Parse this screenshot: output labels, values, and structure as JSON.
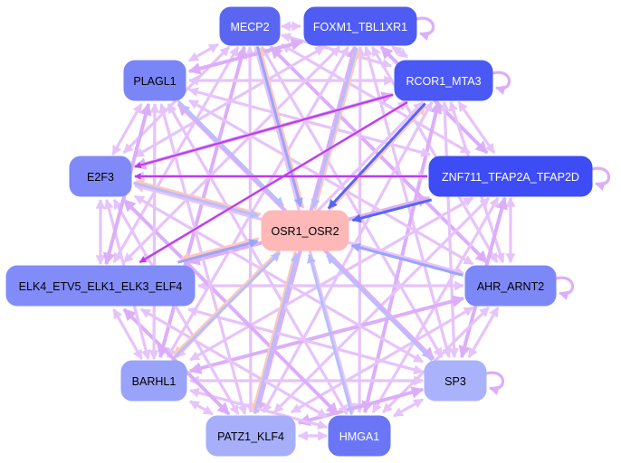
{
  "diagram": {
    "type": "directed-network",
    "center_node": "OSR1_OSR2",
    "nodes": [
      {
        "id": "MECP2",
        "label": "MECP2",
        "fill": "#5a66f2",
        "text_color": "#ffffff",
        "self_loop": false
      },
      {
        "id": "FOXM1_TBL1XR1",
        "label": "FOXM1_TBL1XR1",
        "fill": "#4e5cf4",
        "text_color": "#ffffff",
        "self_loop": true
      },
      {
        "id": "RCOR1_MTA3",
        "label": "RCOR1_MTA3",
        "fill": "#4a58f4",
        "text_color": "#ffffff",
        "self_loop": true
      },
      {
        "id": "ZNF711_TFAP2A_TFAP2D",
        "label": "ZNF711_TFAP2A_TFAP2D",
        "fill": "#3d4cf5",
        "text_color": "#ffffff",
        "self_loop": true
      },
      {
        "id": "AHR_ARNT2",
        "label": "AHR_ARNT2",
        "fill": "#7d88f8",
        "text_color": "#000000",
        "self_loop": true
      },
      {
        "id": "SP3",
        "label": "SP3",
        "fill": "#aab2fb",
        "text_color": "#000000",
        "self_loop": true
      },
      {
        "id": "HMGA1",
        "label": "HMGA1",
        "fill": "#6a76f6",
        "text_color": "#ffffff",
        "self_loop": false
      },
      {
        "id": "PATZ1_KLF4",
        "label": "PATZ1_KLF4",
        "fill": "#a7affb",
        "text_color": "#000000",
        "self_loop": false
      },
      {
        "id": "BARHL1",
        "label": "BARHL1",
        "fill": "#99a3fa",
        "text_color": "#000000",
        "self_loop": false
      },
      {
        "id": "ELK4_ETV5_ELK1_ELK3_ELF4",
        "label": "ELK4_ETV5_ELK1_ELK3_ELF4",
        "fill": "#818cf8",
        "text_color": "#000000",
        "self_loop": false
      },
      {
        "id": "E2F3",
        "label": "E2F3",
        "fill": "#7f8af8",
        "text_color": "#000000",
        "self_loop": false
      },
      {
        "id": "PLAGL1",
        "label": "PLAGL1",
        "fill": "#7a86f8",
        "text_color": "#000000",
        "self_loop": false
      },
      {
        "id": "OSR1_OSR2",
        "label": "OSR1_OSR2",
        "fill": "#ffb8b8",
        "text_color": "#000000",
        "self_loop": false
      }
    ],
    "edge_colors": {
      "mesh": "#e6c3fb",
      "mesh_strong": "#dcaefa",
      "strong_purple": "#c03af0",
      "salmon": "#ffc7bf",
      "blue_light": "#b7bffb",
      "blue_medium": "#9aa5fa",
      "blue_dark": "#5566f2"
    },
    "edges_to_center": [
      {
        "from": "MECP2",
        "color": "blue_medium"
      },
      {
        "from": "FOXM1_TBL1XR1",
        "color": "blue_light"
      },
      {
        "from": "RCOR1_MTA3",
        "color": "blue_dark"
      },
      {
        "from": "ZNF711_TFAP2A_TFAP2D",
        "color": "blue_dark"
      },
      {
        "from": "AHR_ARNT2",
        "color": "blue_medium"
      },
      {
        "from": "SP3",
        "color": "blue_light"
      },
      {
        "from": "HMGA1",
        "color": "blue_light"
      },
      {
        "from": "PATZ1_KLF4",
        "color": "blue_light"
      },
      {
        "from": "BARHL1",
        "color": "blue_light"
      },
      {
        "from": "ELK4_ETV5_ELK1_ELK3_ELF4",
        "color": "blue_medium"
      },
      {
        "from": "E2F3",
        "color": "blue_light"
      },
      {
        "from": "PLAGL1",
        "color": "blue_light"
      }
    ],
    "edges_from_center": [
      {
        "to": "FOXM1_TBL1XR1",
        "color": "salmon"
      },
      {
        "to": "MECP2",
        "color": "salmon"
      },
      {
        "to": "RCOR1_MTA3",
        "color": "salmon"
      },
      {
        "to": "E2F3",
        "color": "salmon"
      },
      {
        "to": "ELK4_ETV5_ELK1_ELK3_ELF4",
        "color": "salmon"
      },
      {
        "to": "BARHL1",
        "color": "salmon"
      },
      {
        "to": "PATZ1_KLF4",
        "color": "salmon"
      }
    ],
    "strong_edges": [
      {
        "from": "RCOR1_MTA3",
        "to": "E2F3",
        "color": "strong_purple"
      },
      {
        "from": "RCOR1_MTA3",
        "to": "ELK4_ETV5_ELK1_ELK3_ELF4",
        "color": "strong_purple"
      },
      {
        "from": "ZNF711_TFAP2A_TFAP2D",
        "to": "E2F3",
        "color": "strong_purple"
      }
    ]
  }
}
